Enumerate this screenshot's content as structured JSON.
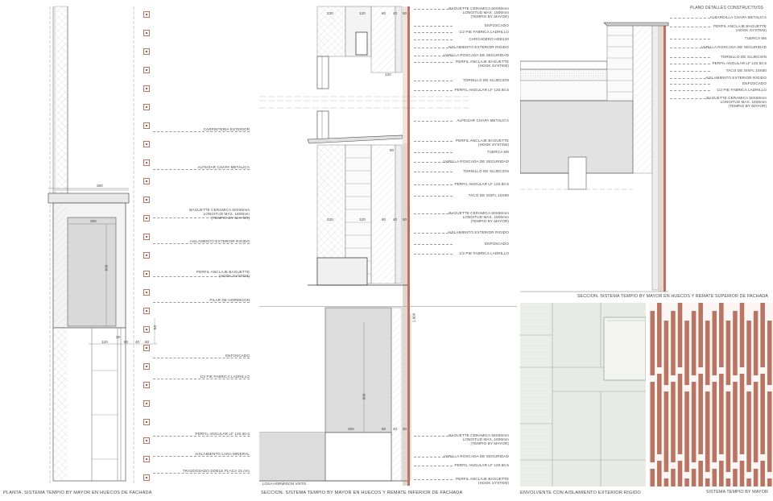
{
  "title": "PLANO DETALLES CONSTRUCTIVOS",
  "panels": {
    "planta": {
      "caption": "PLANTA. SISTEMA TEMPIO BY MAYOR EN HUECOS DE FACHADA",
      "labels": [
        "CARPINTERIA EXTERIOR",
        "ALFEIZAR CHAPA METALICA",
        "BAGUETTE CERAMICA 50X50mm\nLONGITUD MAX. 1800mm\n(TEMPIO BY MAYOR)",
        "AISLAMENTO EXTERIOR RIGIDO",
        "PERFIL ANCLAJE BAGUETTE\n(HOOK SYSTEM)",
        "PILAR DE HORMIGON",
        "ENFOSCADO",
        "1/2 PIE FABRICA LADRILLO",
        "PERFIL ANGULAR LF 120.60.5",
        "AISLAMIENTO LANA MINERAL",
        "TRASDOSADO DOBLE PLACA 15 mm"
      ],
      "dims": [
        "380",
        "250",
        "600",
        "20",
        "120",
        "60",
        "40",
        "50",
        "50"
      ]
    },
    "seccion": {
      "caption": "SECCION. SISTEMA TEMPIO BY MAYOR EN HUECOS Y REMATE INFERIOR DE FACHADA",
      "labels_top": [
        "BAGUETTE CERAMICA 50X50mm\nLONGITUD MAX. 1800mm\n(TEMPIO BY MAYOR)",
        "ENFOSCADO",
        "1/2 PIE FABRICA LADRILLO",
        "CARGADERO HEB120",
        "AISLAMIENTO EXTERIOR RIGIDO",
        "VARILLA ROSCADA DE SEGURIDAD",
        "PERFIL ANCLAJE BAGUETTE\n(HOOK SYSTEM)",
        "TORNILLO DE SUJECION",
        "PERFIL ANGULAR LF 120.60.5"
      ],
      "labels_mid": [
        "ALFEIZAR CHAPA METALICA",
        "PERFIL ANCLAJE BAGUETTE\n(HOOK SYSTEM)",
        "TUERCA M6",
        "VARILLA ROSCADA DE SEGURIDAD",
        "TORNILLO DE SUJECION",
        "PERFIL ANGULAR LF 120.60.5",
        "TACO DE SIXFL 10X80",
        "BAGUETTE CERAMICA 50X50mm\nLONGITUD MAX. 1800mm\n(TEMPIO BY MAYOR)",
        "AISLAMIENTO EXTERIOR RIGIDO",
        "ENFOSCADO",
        "1/2 PIE FABRICA LADRILLO"
      ],
      "labels_bottom": [
        "BAGUETTE CERAMICA 50X50mm\nLONGITUD MAX. 1800mm\n(TEMPIO BY MAYOR)",
        "VARILLA ROSCADA DE SEGURIDAD",
        "PERFIL ANGULAR LF 120.60.5",
        "PERFIL ANCLAJE BAGUETTE\n(HOOK SYSTEM)"
      ],
      "floor_label": "LOSA HORMIGON VISTO",
      "dims_top": [
        "230",
        "120",
        "60",
        "40",
        "50",
        "120"
      ],
      "dims_mid": [
        "230",
        "120",
        "60",
        "40",
        "50",
        "90"
      ],
      "dims_bottom": [
        "250",
        "60",
        "40",
        "50"
      ],
      "vdims": [
        "1.800",
        "900"
      ]
    },
    "remate": {
      "caption": "SECCION. SISTEMA TEMPIO BY MAYOR EN HUECOS Y REMATE SUPERIOR DE FACHADA",
      "labels": [
        "ALBARDILLA CHAPA METALICA",
        "PERFIL ANCLAJE BAGUETTE\n(HOOK SYSTEM)",
        "TUERCA M6",
        "VARILLA ROSCADA DE SEGURIDAD",
        "TORNILLO DE SUJECION",
        "PERFIL ANGULAR LF 120.60.5",
        "TACO DE SIXFL 10X80",
        "AISLAMIENTO EXTERIOR RIGIDO",
        "ENFOSCADO",
        "1/2 PIE FABRICA LADRILLO",
        "BAGUETTE CERAMICA 50X50mm\nLONGITUD MAX. 1800mm\n(TEMPIO BY MAYOR)"
      ]
    },
    "envolvente": {
      "caption": "ENVOLVENTE CON AISLAMIENTO EXTERIOR RIGIDO"
    },
    "sistema": {
      "caption": "SISTEMA TEMPIO BY MAYOR"
    }
  },
  "colors": {
    "terracotta": "#b87563",
    "concrete": "#d8d8d8",
    "line": "#555555"
  }
}
